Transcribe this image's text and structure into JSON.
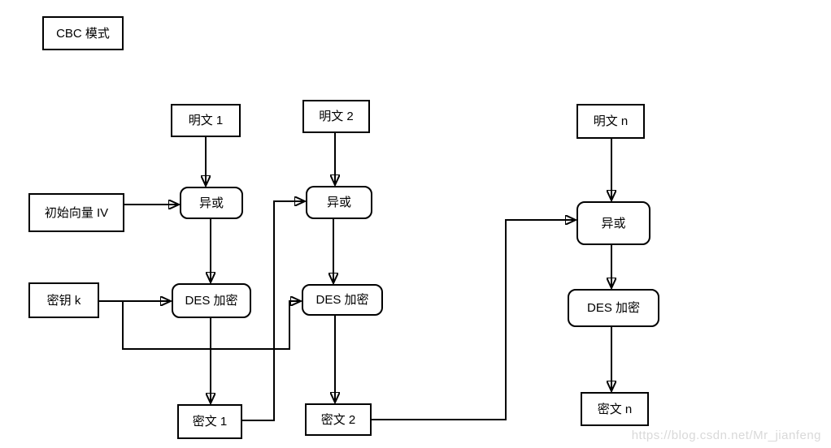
{
  "title_box": {
    "label": "CBC 模式"
  },
  "nodes": {
    "plaintext1": {
      "label": "明文 1",
      "shape": "rect"
    },
    "plaintext2": {
      "label": "明文 2",
      "shape": "rect"
    },
    "plaintextn": {
      "label": "明文 n",
      "shape": "rect"
    },
    "iv": {
      "label": "初始向量 IV",
      "shape": "rect"
    },
    "key": {
      "label": "密钥 k",
      "shape": "rect"
    },
    "xor1": {
      "label": "异或",
      "shape": "rounded"
    },
    "xor2": {
      "label": "异或",
      "shape": "rounded"
    },
    "xorn": {
      "label": "异或",
      "shape": "rounded"
    },
    "des1": {
      "label": "DES 加密",
      "shape": "rounded"
    },
    "des2": {
      "label": "DES 加密",
      "shape": "rounded"
    },
    "desn": {
      "label": "DES 加密",
      "shape": "rounded"
    },
    "cipher1": {
      "label": "密文 1",
      "shape": "rect"
    },
    "cipher2": {
      "label": "密文 2",
      "shape": "rect"
    },
    "ciphern": {
      "label": "密文 n",
      "shape": "rect"
    }
  },
  "edges": [
    {
      "from": "plaintext1",
      "to": "xor1"
    },
    {
      "from": "plaintext2",
      "to": "xor2"
    },
    {
      "from": "plaintextn",
      "to": "xorn"
    },
    {
      "from": "iv",
      "to": "xor1"
    },
    {
      "from": "key",
      "to": "des1"
    },
    {
      "from": "key",
      "to": "des2"
    },
    {
      "from": "xor1",
      "to": "des1"
    },
    {
      "from": "xor2",
      "to": "des2"
    },
    {
      "from": "xorn",
      "to": "desn"
    },
    {
      "from": "des1",
      "to": "cipher1"
    },
    {
      "from": "des2",
      "to": "cipher2"
    },
    {
      "from": "desn",
      "to": "ciphern"
    },
    {
      "from": "cipher1",
      "to": "xor2"
    },
    {
      "from": "cipher2",
      "to": "xorn"
    }
  ],
  "watermark": {
    "text": "https://blog.csdn.net/Mr_jianfeng"
  },
  "colors": {
    "line": "#000000",
    "box_border": "#000000",
    "background": "#ffffff",
    "watermark": "#d9d9d9"
  }
}
